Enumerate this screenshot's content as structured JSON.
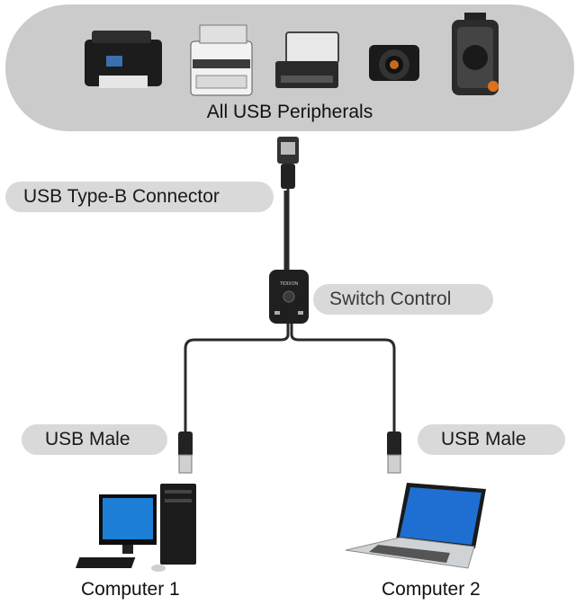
{
  "peripherals": {
    "label": "All USB Peripherals",
    "devices": [
      "inkjet-printer",
      "office-printer",
      "scanner",
      "camera",
      "speaker"
    ]
  },
  "callouts": {
    "connector": "USB Type-B Connector",
    "switch": "Switch Control",
    "male_left": "USB Male",
    "male_right": "USB Male"
  },
  "switch_box": {
    "brand": "TIDIXON"
  },
  "computers": {
    "left": "Computer 1",
    "right": "Computer 2"
  },
  "colors": {
    "pill": "#d9d9d9",
    "banner": "#cbcbcb",
    "cable": "#2a2a2a",
    "screen": "#1e7fd6"
  }
}
